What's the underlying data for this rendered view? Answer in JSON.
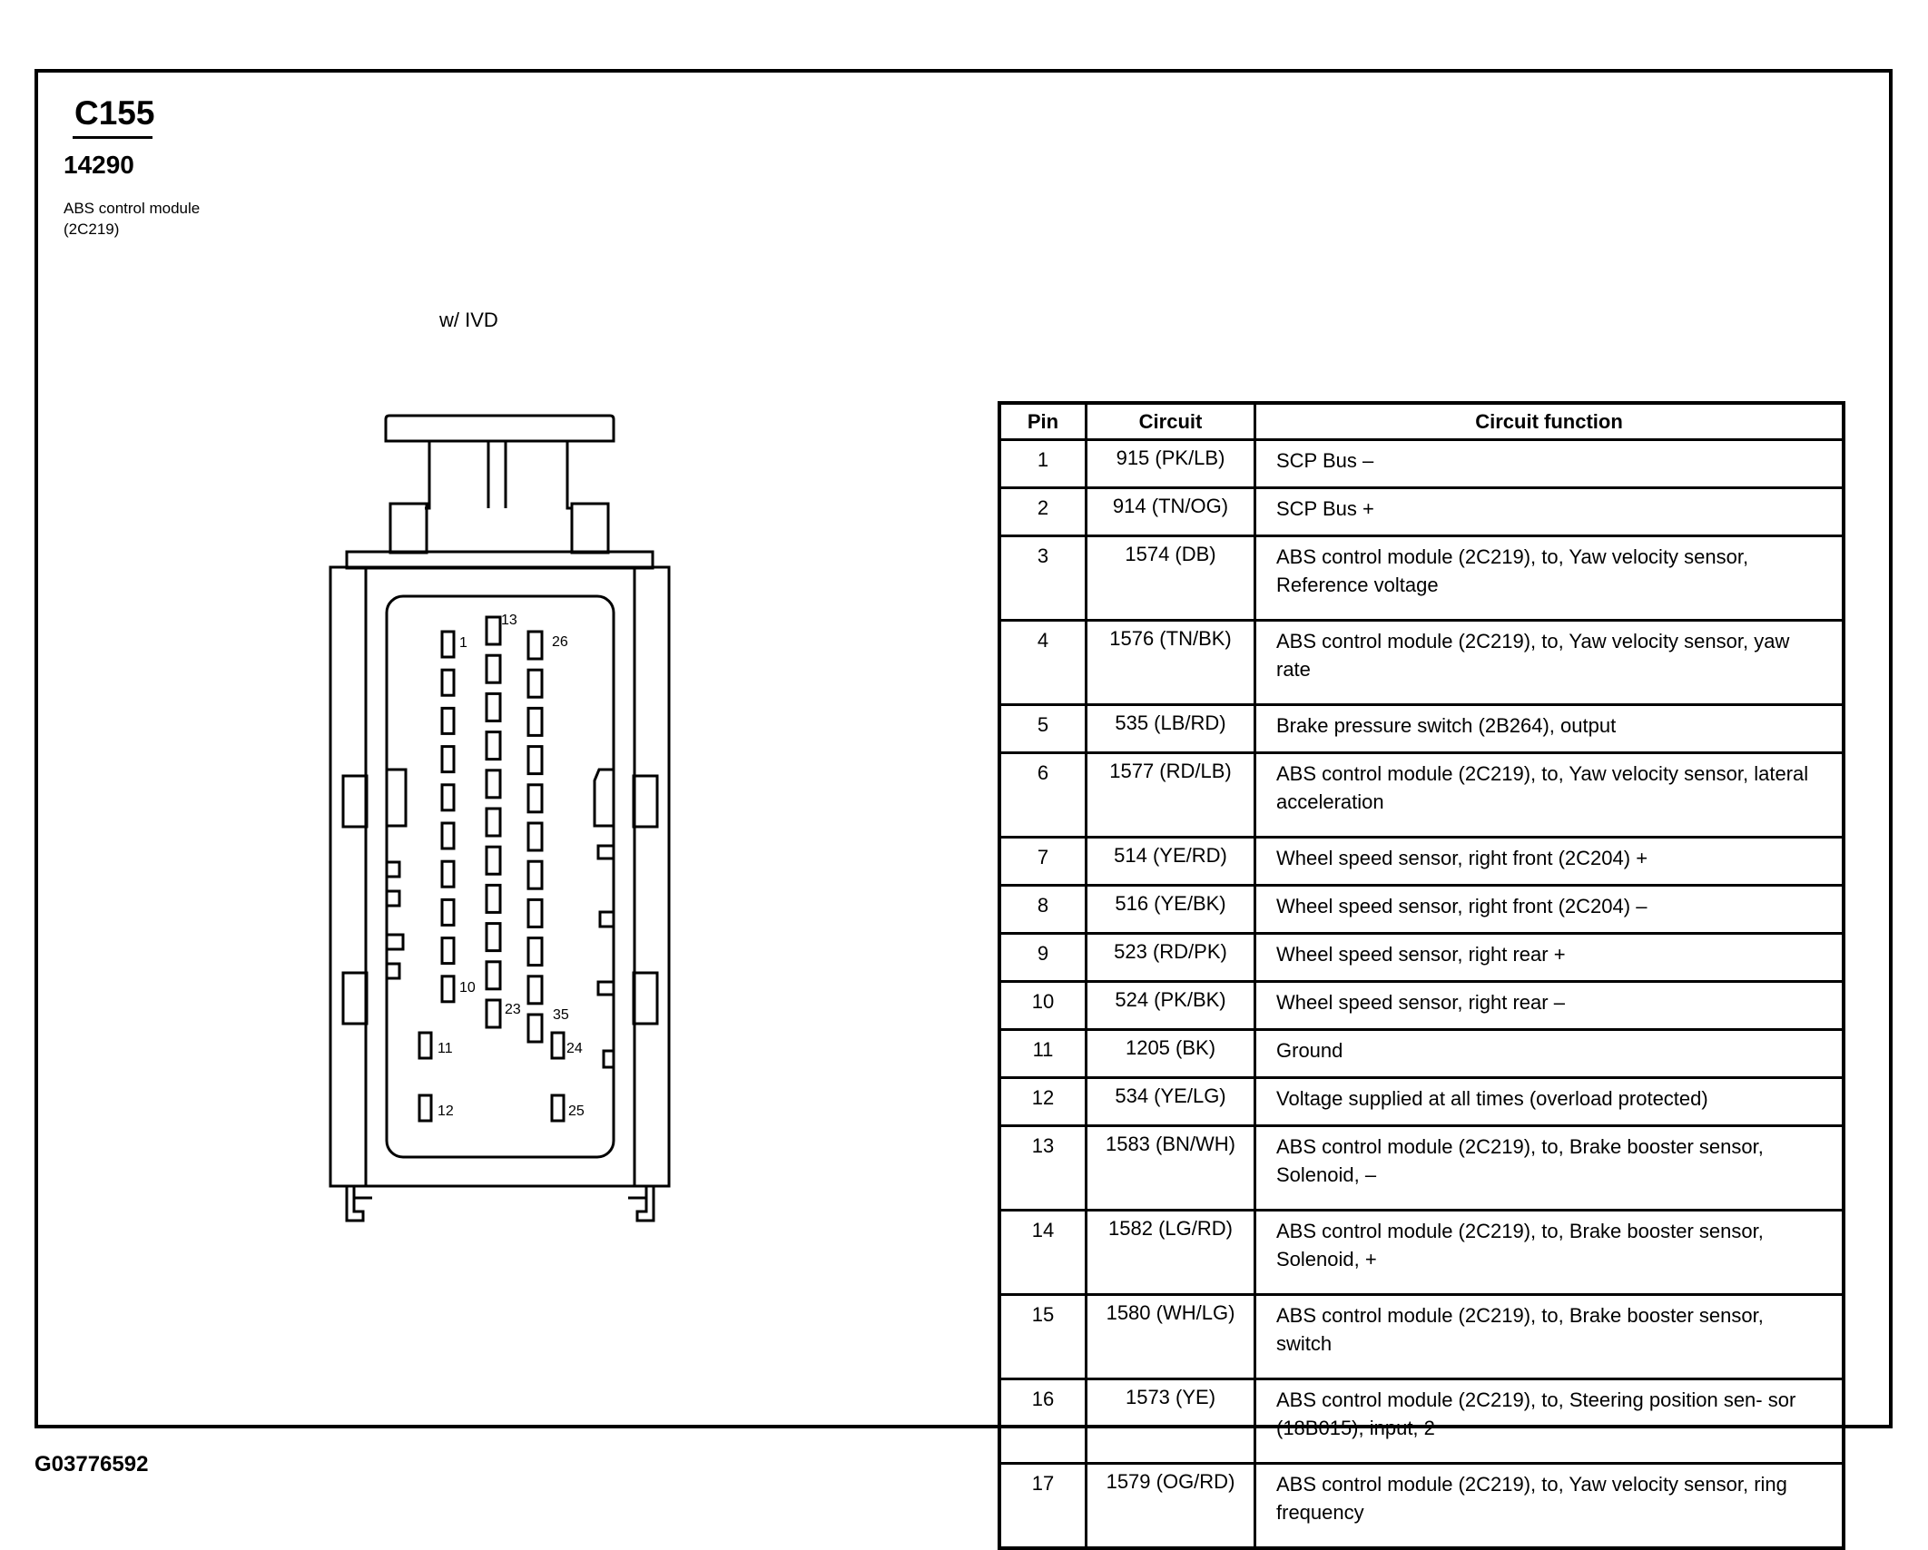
{
  "header": {
    "connector_id": "C155",
    "part_number": "14290",
    "description_line1": "ABS control module",
    "description_line2": "(2C219)"
  },
  "connector": {
    "variant_label": "w/ IVD",
    "pin_labels": [
      "1",
      "10",
      "11",
      "12",
      "13",
      "23",
      "24",
      "25",
      "26",
      "35"
    ]
  },
  "table": {
    "headers": [
      "Pin",
      "Circuit",
      "Circuit function"
    ],
    "rows": [
      {
        "pin": "1",
        "circuit": "915 (PK/LB)",
        "function": "SCP Bus –"
      },
      {
        "pin": "2",
        "circuit": "914 (TN/OG)",
        "function": "SCP Bus +"
      },
      {
        "pin": "3",
        "circuit": "1574 (DB)",
        "function": "ABS control module (2C219), to, Yaw velocity sensor, Reference voltage"
      },
      {
        "pin": "4",
        "circuit": "1576 (TN/BK)",
        "function": "ABS control module (2C219), to, Yaw velocity sensor, yaw rate"
      },
      {
        "pin": "5",
        "circuit": "535 (LB/RD)",
        "function": "Brake pressure switch (2B264), output"
      },
      {
        "pin": "6",
        "circuit": "1577 (RD/LB)",
        "function": "ABS control module (2C219), to, Yaw velocity sensor, lateral acceleration"
      },
      {
        "pin": "7",
        "circuit": "514 (YE/RD)",
        "function": "Wheel speed sensor, right front (2C204) +"
      },
      {
        "pin": "8",
        "circuit": "516 (YE/BK)",
        "function": "Wheel speed sensor, right front (2C204) –"
      },
      {
        "pin": "9",
        "circuit": "523 (RD/PK)",
        "function": "Wheel speed sensor, right rear +"
      },
      {
        "pin": "10",
        "circuit": "524 (PK/BK)",
        "function": "Wheel speed sensor, right rear –"
      },
      {
        "pin": "11",
        "circuit": "1205 (BK)",
        "function": "Ground"
      },
      {
        "pin": "12",
        "circuit": "534 (YE/LG)",
        "function": "Voltage supplied at all times (overload protected)"
      },
      {
        "pin": "13",
        "circuit": "1583 (BN/WH)",
        "function": "ABS control module (2C219), to, Brake booster sensor, Solenoid, –"
      },
      {
        "pin": "14",
        "circuit": "1582 (LG/RD)",
        "function": "ABS control module (2C219), to, Brake booster sensor, Solenoid, +"
      },
      {
        "pin": "15",
        "circuit": "1580 (WH/LG)",
        "function": "ABS control module (2C219), to, Brake booster sensor, switch"
      },
      {
        "pin": "16",
        "circuit": "1573 (YE)",
        "function": "ABS control module (2C219), to, Steering position sen- sor (18B015), input, 2"
      },
      {
        "pin": "17",
        "circuit": "1579 (OG/RD)",
        "function": "ABS control module (2C219), to, Yaw velocity sensor, ring frequency"
      }
    ]
  },
  "footer": {
    "figure_id": "G03776592"
  }
}
